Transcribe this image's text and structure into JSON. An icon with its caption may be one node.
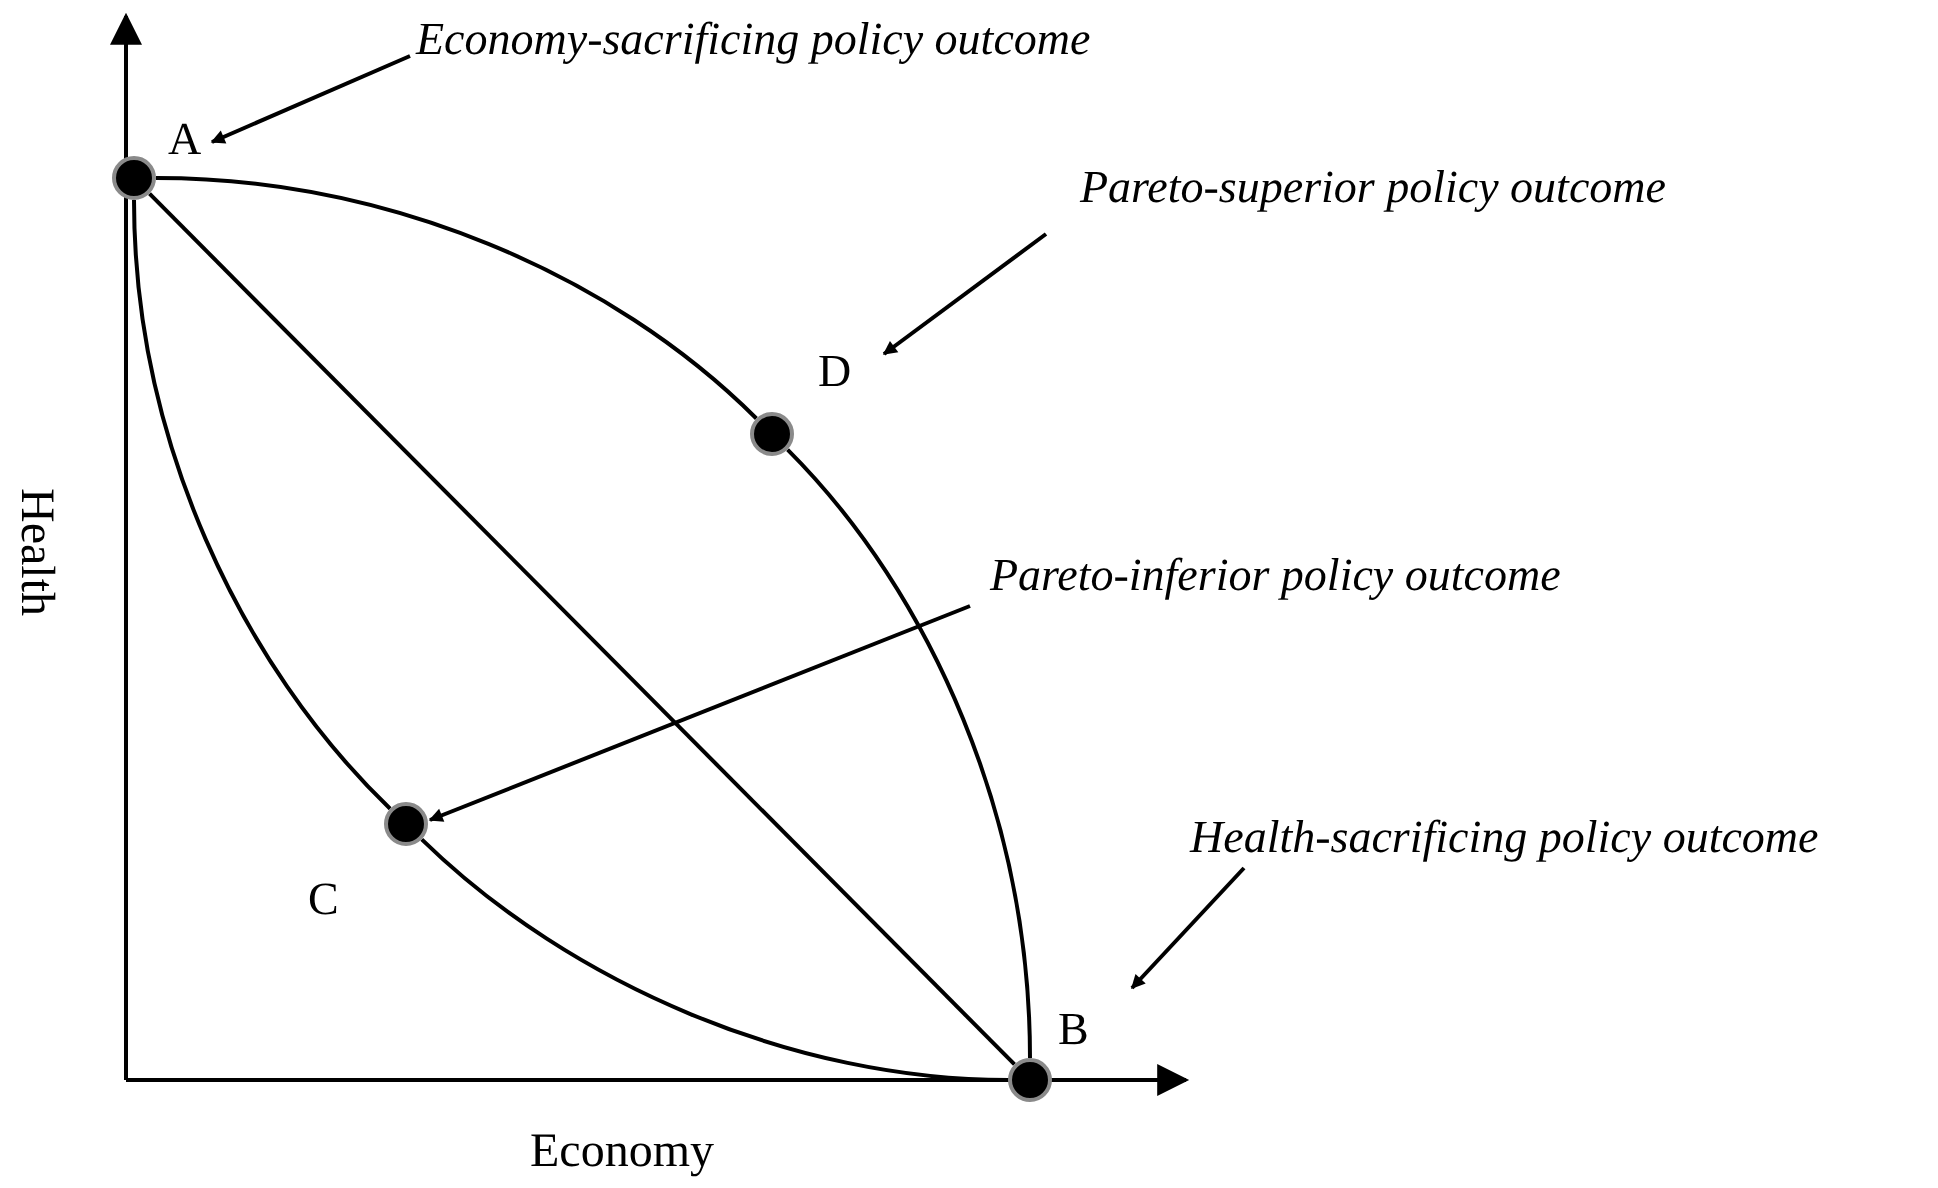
{
  "diagram": {
    "nodes": [
      {
        "text": [
          "Economy-sacrificing policy outcome"
        ]
      },
      {
        "text": [],
        "shape": "circle",
        "beside": [
          "A"
        ]
      },
      {
        "text": [
          "Pareto-superior policy outcome"
        ]
      },
      {
        "text": [],
        "shape": "circle",
        "beside": [
          "D"
        ]
      },
      {
        "text": [
          "Pareto-inferior policy outcome"
        ]
      },
      {
        "text": [],
        "shape": "circle",
        "beside": [
          "C"
        ]
      },
      {
        "text": [
          "Health-sacrificing policy outcome"
        ]
      },
      {
        "text": [],
        "shape": "circle",
        "beside": [
          "B"
        ]
      }
    ],
    "edges": [
      {
        "from": 0,
        "to": 1,
        "arrow": "to"
      },
      {
        "from": 2,
        "to": 3,
        "arrow": "to"
      },
      {
        "from": 4,
        "to": 5,
        "arrow": "to"
      },
      {
        "from": 6,
        "to": 7,
        "arrow": "to"
      },
      {
        "from": 1,
        "to": 3,
        "arrow": "none"
      },
      {
        "from": 3,
        "to": 7,
        "arrow": "none"
      },
      {
        "from": 1,
        "to": 7,
        "arrow": "none"
      },
      {
        "from": 1,
        "to": 5,
        "arrow": "none"
      },
      {
        "from": 5,
        "to": 7,
        "arrow": "none"
      }
    ],
    "labels": [
      "Health",
      "Economy"
    ]
  }
}
